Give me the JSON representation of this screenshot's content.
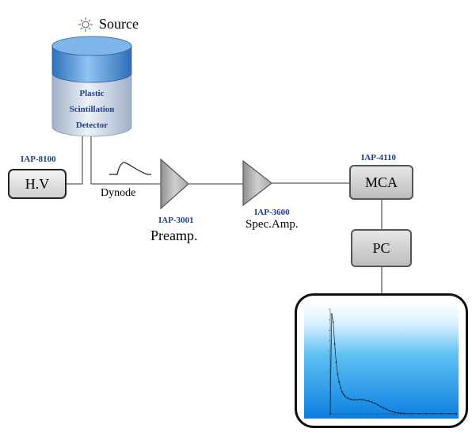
{
  "source": {
    "label": "Source",
    "icon": "sun-icon"
  },
  "detector": {
    "lines": [
      "Plastic",
      "Scintillation",
      "Detector"
    ]
  },
  "hv": {
    "code": "IAP-8100",
    "label": "H.V"
  },
  "dynode": {
    "label": "Dynode"
  },
  "preamp": {
    "code": "IAP-3001",
    "label": "Preamp."
  },
  "spec_amp": {
    "code": "IAP-3600",
    "label": "Spec.Amp."
  },
  "mca": {
    "code": "IAP-4110",
    "label": "MCA"
  },
  "pc": {
    "label": "PC"
  },
  "colors": {
    "label_blue": "#1f3f86",
    "detector_cap": "#4a8fd6",
    "detector_body": "#c4cfe0",
    "amplifier_fill": "#b3b3b3",
    "screen_top": "#ffffff",
    "screen_bottom": "#0b7fe0"
  },
  "chart_data": {
    "type": "scatter",
    "title": "",
    "xlabel": "",
    "ylabel": "",
    "x": [
      0,
      2,
      4,
      6,
      8,
      10,
      12,
      14,
      16,
      18,
      20,
      24,
      28,
      32,
      36,
      40,
      44,
      48,
      52,
      56,
      60,
      64,
      68,
      72,
      76,
      80,
      84,
      88,
      92,
      96,
      100,
      110,
      120,
      130,
      140,
      150,
      160,
      170
    ],
    "y": [
      0,
      1000,
      920,
      700,
      520,
      400,
      320,
      260,
      220,
      195,
      175,
      155,
      145,
      140,
      140,
      142,
      140,
      135,
      128,
      118,
      105,
      90,
      74,
      58,
      44,
      32,
      22,
      14,
      9,
      6,
      4,
      3,
      2,
      2,
      2,
      2,
      2,
      2
    ],
    "xlim": [
      0,
      170
    ],
    "ylim": [
      0,
      1050
    ],
    "grid": false
  }
}
